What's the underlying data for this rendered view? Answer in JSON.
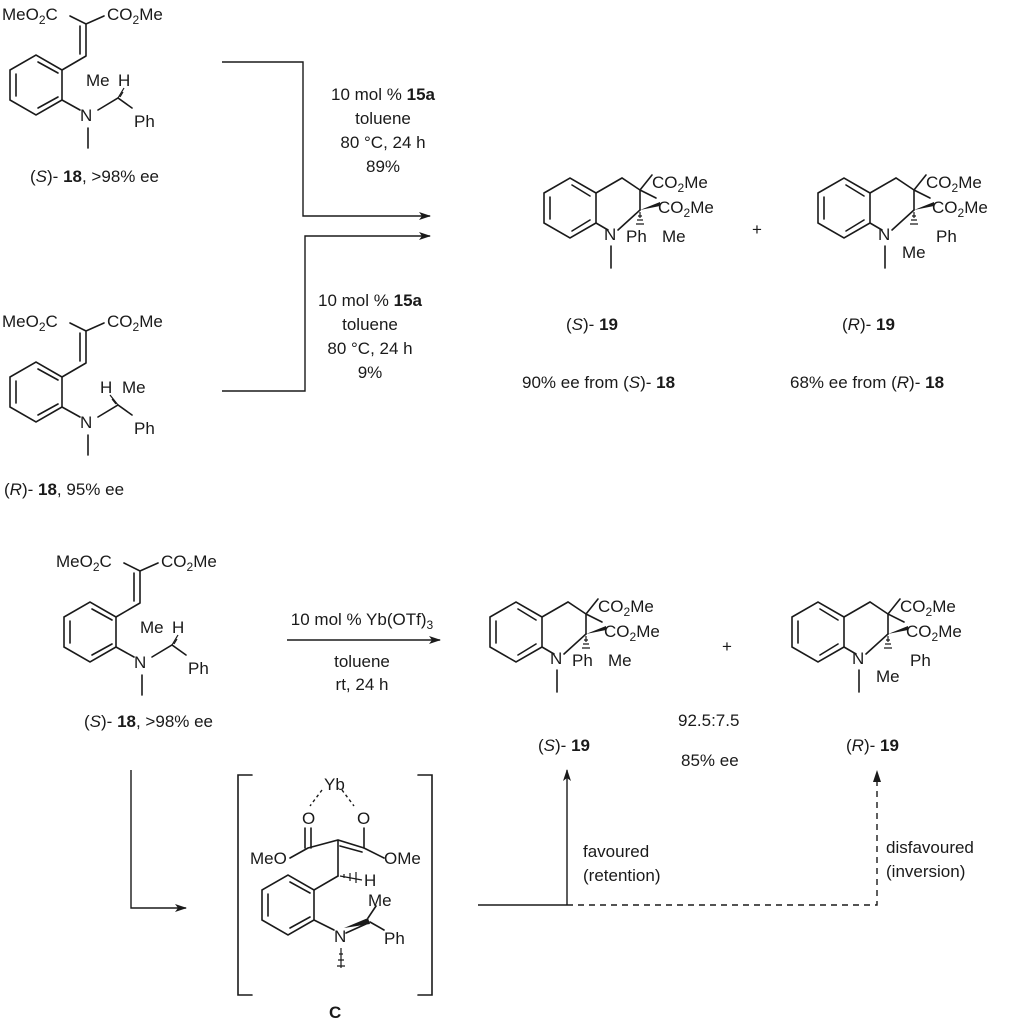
{
  "scheme": {
    "top": {
      "reactant_s": {
        "substituents": {
          "ester_left": "MeO2C",
          "ester_right": "CO2Me",
          "me": "Me",
          "h": "H",
          "n": "N",
          "ph": "Ph"
        },
        "label_prefix": "(",
        "label_config": "S",
        "label_mid": ")-",
        "label_compound": "18",
        "label_suffix": ", >98% ee"
      },
      "reactant_r": {
        "substituents": {
          "ester_left": "MeO2C",
          "ester_right": "CO2Me",
          "me": "Me",
          "h": "H",
          "n": "N",
          "ph": "Ph"
        },
        "label_prefix": "(",
        "label_config": "R",
        "label_mid": ")-",
        "label_compound": "18",
        "label_suffix": ", 95% ee"
      },
      "conditions_upper": {
        "line1_prefix": "10 mol % ",
        "line1_catalyst": "15a",
        "line2": "toluene",
        "line3": "80 °C, 24 h",
        "line4": "89%"
      },
      "conditions_lower": {
        "line1_prefix": "10 mol % ",
        "line1_catalyst": "15a",
        "line2": "toluene",
        "line3": "80 °C, 24 h",
        "line4": "9%"
      },
      "product_s": {
        "substituents": {
          "ester1": "CO2Me",
          "ester2": "CO2Me",
          "me": "Me",
          "ph": "Ph",
          "n": "N"
        },
        "label_config": "S",
        "label_compound": "19",
        "ee_text": "90% ee from (",
        "ee_config": "S",
        "ee_mid": ")-",
        "ee_compound": "18"
      },
      "plus": "+",
      "product_r": {
        "substituents": {
          "ester1": "CO2Me",
          "ester2": "CO2Me",
          "me": "Me",
          "ph": "Ph",
          "n": "N"
        },
        "label_config": "R",
        "label_compound": "19",
        "ee_text": "68% ee from (",
        "ee_config": "R",
        "ee_mid": ")-",
        "ee_compound": "18"
      }
    },
    "bottom": {
      "reactant": {
        "label_config": "S",
        "label_compound": "18",
        "label_suffix": ", >98% ee"
      },
      "conditions": {
        "above": "10 mol % Yb(OTf)",
        "above_sub": "3",
        "below1": "toluene",
        "below2": "rt, 24 h"
      },
      "product_s": {
        "label_config": "S",
        "label_compound": "19"
      },
      "product_r": {
        "label_config": "R",
        "label_compound": "19"
      },
      "plus": "+",
      "ratio": "92.5:7.5",
      "ee": "85% ee",
      "intermediate": {
        "metal": "Yb",
        "o": "O",
        "meo": "MeO",
        "ome": "OMe",
        "h": "H",
        "me": "Me",
        "ph": "Ph",
        "n": "N",
        "label": "C"
      },
      "pathway_favoured": {
        "line1": "favoured",
        "line2": "(retention)"
      },
      "pathway_disfavoured": {
        "line1": "disfavoured",
        "line2": "(inversion)"
      }
    }
  }
}
